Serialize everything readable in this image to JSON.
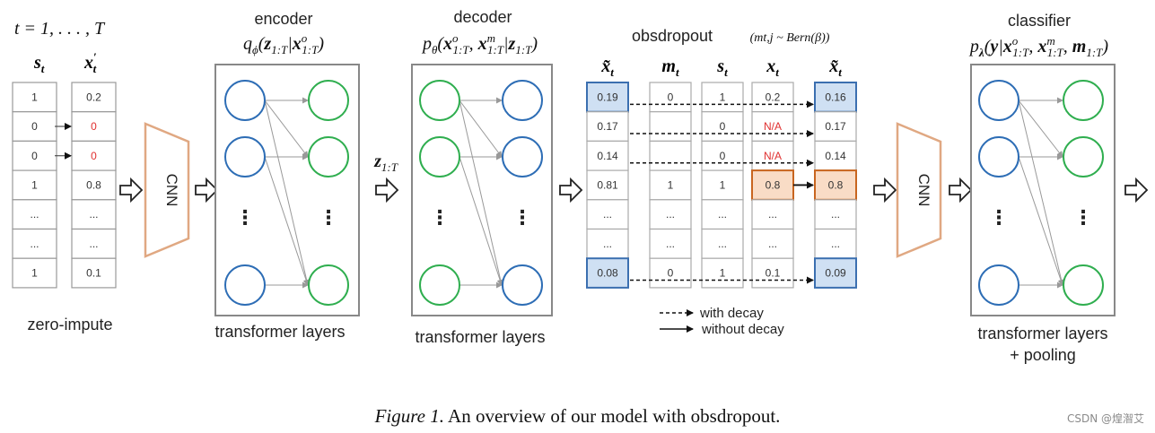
{
  "top_left": {
    "range_label": "t = 1, . . . , T",
    "s_header": "s",
    "s_sub": "t",
    "x_header": "x",
    "x_sub": "t",
    "x_prime": "′",
    "s_values": [
      "1",
      "0",
      "0",
      "1",
      "...",
      "...",
      "1"
    ],
    "x_values": [
      "0.2",
      "0",
      "0",
      "0.8",
      "...",
      "...",
      "0.1"
    ],
    "x_imputed_rows": [
      1,
      2
    ],
    "label": "zero-impute"
  },
  "cnn_label": "CNN",
  "encoder": {
    "title": "encoder",
    "formula": "qφ(z1:T|xo1:T)",
    "caption": "transformer layers"
  },
  "latent_label": "z1:T",
  "decoder": {
    "title": "decoder",
    "formula": "pθ(xo1:T, xm1:T|z1:T)",
    "caption": "transformer layers"
  },
  "obsdropout": {
    "title": "obsdropout",
    "subtitle": "(mt,j ~ Bern(β))",
    "headers": [
      "x̃",
      "m",
      "s",
      "x",
      "x̃"
    ],
    "header_subs": [
      "t",
      "t",
      "t",
      "t",
      "t"
    ],
    "rows": [
      [
        "0.19",
        "0",
        "1",
        "0.2",
        "0.16"
      ],
      [
        "0.17",
        "",
        "0",
        "N/A",
        "0.17"
      ],
      [
        "0.14",
        "",
        "0",
        "N/A",
        "0.14"
      ],
      [
        "0.81",
        "1",
        "1",
        "0.8",
        "0.8"
      ],
      [
        "...",
        "...",
        "...",
        "...",
        "..."
      ],
      [
        "...",
        "...",
        "...",
        "...",
        "..."
      ],
      [
        "0.08",
        "0",
        "1",
        "0.1",
        "0.09"
      ]
    ],
    "highlight_blue_rows": [
      0,
      6
    ],
    "highlight_orange_row": 3,
    "na_color": "#e03030",
    "legend_decay": "with decay",
    "legend_no_decay": "without decay"
  },
  "classifier": {
    "title": "classifier",
    "formula": "pλ(y|xo1:T, xm1:T, m1:T)",
    "caption_line1": "transformer layers",
    "caption_line2": "+ pooling"
  },
  "colors": {
    "blue_node": "#2d6db5",
    "green_node": "#2fae4f",
    "cnn_stroke": "#e0a882",
    "blue_fill": "#cfe0f3",
    "blue_stroke": "#3b6fb0",
    "orange_fill": "#f9dcc6",
    "orange_stroke": "#c8651f",
    "red_text": "#e03030"
  },
  "caption": {
    "figure": "Figure 1.",
    "text": "An overview of our model with obsdropout."
  },
  "watermark": "CSDN @煌潪艾"
}
